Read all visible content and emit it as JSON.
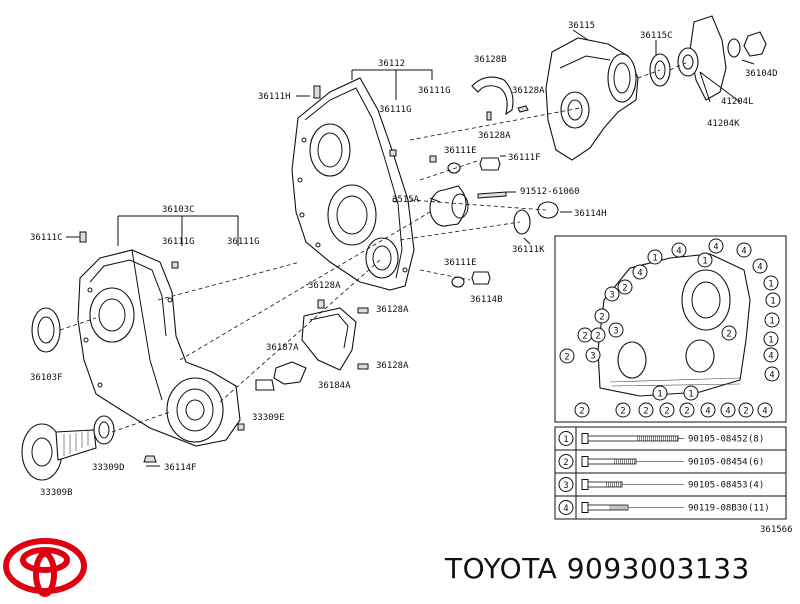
{
  "labels": {
    "p36112": "36112",
    "p36115": "36115",
    "p36115C": "36115C",
    "p36111H": "36111H",
    "p36111G_a": "36111G",
    "p36111G_b": "36111G",
    "p36128B": "36128B",
    "p36128A_a": "36128A",
    "p36128A_b": "36128A",
    "p41204L": "41204L",
    "p41204K": "41204K",
    "p36104D": "36104D",
    "p36111E_a": "36111E",
    "p36111F": "36111F",
    "p91512": "91512-61060",
    "p3515A": "3515A",
    "p36114H": "36114H",
    "p36111K": "36111K",
    "p36103C": "36103C",
    "p36111C": "36111C",
    "p36111G_c": "36111G",
    "p36111G_d": "36111G",
    "p36111E_b": "36111E",
    "p36114B": "36114B",
    "p36128A_c": "36128A",
    "p36128A_d": "36128A",
    "p36128A_e": "36128A",
    "p36187A": "36187A",
    "p36184A": "36184A",
    "p36103F": "36103F",
    "p33309E": "33309E",
    "p33309D": "33309D",
    "p36114F": "36114F",
    "p33309B": "33309B"
  },
  "inset": {
    "bolt_markers": [
      "4",
      "4",
      "4",
      "1",
      "1",
      "4",
      "1",
      "1",
      "1",
      "1",
      "4",
      "4",
      "4",
      "4",
      "3",
      "3",
      "2",
      "2",
      "2",
      "2",
      "2",
      "2",
      "2",
      "2",
      "2",
      "2",
      "2",
      "4",
      "4",
      "1",
      "1",
      "3",
      "2"
    ]
  },
  "bolt_table": [
    {
      "num": "1",
      "part": "90105-08452",
      "qty": "(8)"
    },
    {
      "num": "2",
      "part": "90105-08454",
      "qty": "(6)"
    },
    {
      "num": "3",
      "part": "90105-08453",
      "qty": "(4)"
    },
    {
      "num": "4",
      "part": "90119-08B30",
      "qty": "(11)"
    }
  ],
  "diagram_code": "361566",
  "footer": {
    "brand": "TOYOTA",
    "part_number": "9093003133"
  },
  "colors": {
    "line": "#111111",
    "logo": "#e00010",
    "background": "#ffffff"
  }
}
